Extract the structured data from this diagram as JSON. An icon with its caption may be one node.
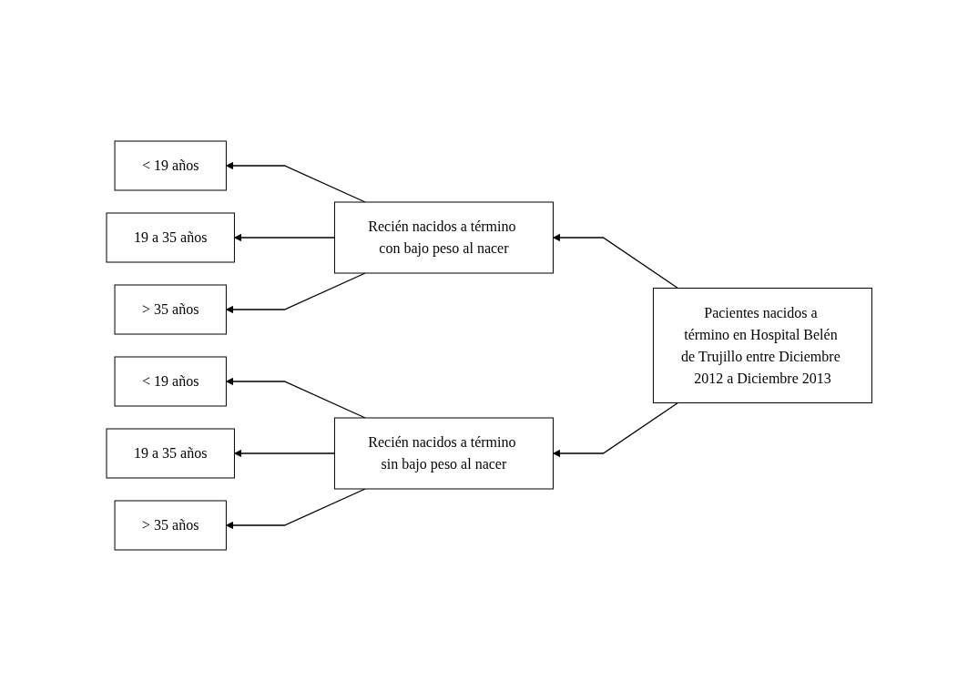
{
  "diagram": {
    "nodes": [
      {
        "text": [
          "Pacientes nacidos a término en Hospital Belén de Trujillo entre Diciembre 2012 a Diciembre 2013"
        ]
      },
      {
        "text": [
          "Recién nacidos a término con bajo peso al nacer"
        ]
      },
      {
        "text": [
          "< 19 años"
        ]
      },
      {
        "text": [
          "19 a 35 años"
        ]
      },
      {
        "text": [
          "> 35 años"
        ]
      },
      {
        "text": [
          "Recién nacidos a término sin bajo peso al nacer"
        ]
      },
      {
        "text": [
          "< 19 años"
        ]
      },
      {
        "text": [
          "19 a 35 años"
        ]
      },
      {
        "text": [
          "> 35 años"
        ]
      }
    ],
    "edges": [
      {
        "from": 0,
        "to": 1,
        "arrow": "to"
      },
      {
        "from": 1,
        "to": 2,
        "arrow": "to"
      },
      {
        "from": 1,
        "to": 3,
        "arrow": "to"
      },
      {
        "from": 1,
        "to": 4,
        "arrow": "to"
      },
      {
        "from": 0,
        "to": 5,
        "arrow": "to"
      },
      {
        "from": 5,
        "to": 6,
        "arrow": "to"
      },
      {
        "from": 5,
        "to": 7,
        "arrow": "to"
      },
      {
        "from": 5,
        "to": 8,
        "arrow": "to"
      }
    ]
  }
}
